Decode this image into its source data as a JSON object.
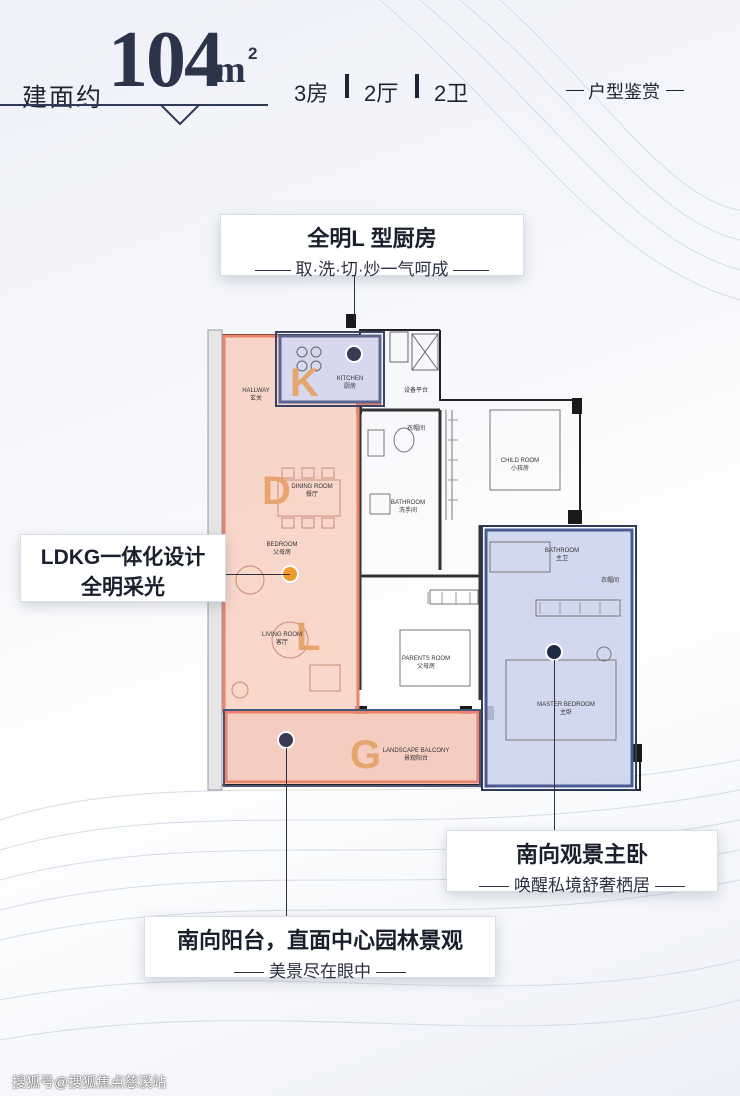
{
  "header": {
    "area_prefix": "建面约",
    "area_number": "104",
    "area_unit": "m",
    "area_sup": "2",
    "rooms": [
      "3房",
      "2厅",
      "2卫"
    ],
    "tag": "户型鉴赏"
  },
  "callouts": {
    "kitchen": {
      "title": "全明L 型厨房",
      "subtitle": "取·洗·切·炒一气呵成"
    },
    "ldkg": {
      "line1": "LDKG一体化设计",
      "line2": "全明采光"
    },
    "master": {
      "title": "南向观景主卧",
      "subtitle": "唤醒私境舒奢栖居"
    },
    "balcony": {
      "title": "南向阳台，直面中心园林景观",
      "subtitle": "美景尽在眼中"
    }
  },
  "plan": {
    "zone_letters": {
      "k": "K",
      "d": "D",
      "l": "L",
      "g": "G"
    },
    "rooms": {
      "hallway_en": "HALLWAY",
      "hallway_cn": "玄关",
      "kitchen_en": "KITCHEN",
      "kitchen_cn": "厨房",
      "dining_en": "DINING ROOM",
      "dining_cn": "餐厅",
      "bedroom_en": "BEDROOM",
      "bedroom_cn": "父母房",
      "living_en": "LIVING ROOM",
      "living_cn": "客厅",
      "balcony_en": "LANDSCAPE BALCONY",
      "balcony_cn": "景观阳台",
      "equipment_cn": "设备平台",
      "closet_cn": "衣帽间",
      "bath1_en": "BATHROOM",
      "bath1_cn": "洗手间",
      "child_en": "CHILD ROOM",
      "child_cn": "小孩房",
      "parents_en": "PARENTS ROOM",
      "parents_cn": "父母房",
      "bath2_en": "BATHROOM",
      "bath2_cn": "主卫",
      "closet2_cn": "衣帽间",
      "master_en": "MASTER BEDROOM",
      "master_cn": "主卧"
    }
  },
  "footer": "搜狐号@搜狐焦点慈溪站",
  "colors": {
    "ldkg_fill": "#f7c9b8",
    "ldkg_border": "#e9836a",
    "master_fill": "#c8d2ec",
    "navy": "#2f3a55",
    "accent_dot": "#f29a2e"
  }
}
